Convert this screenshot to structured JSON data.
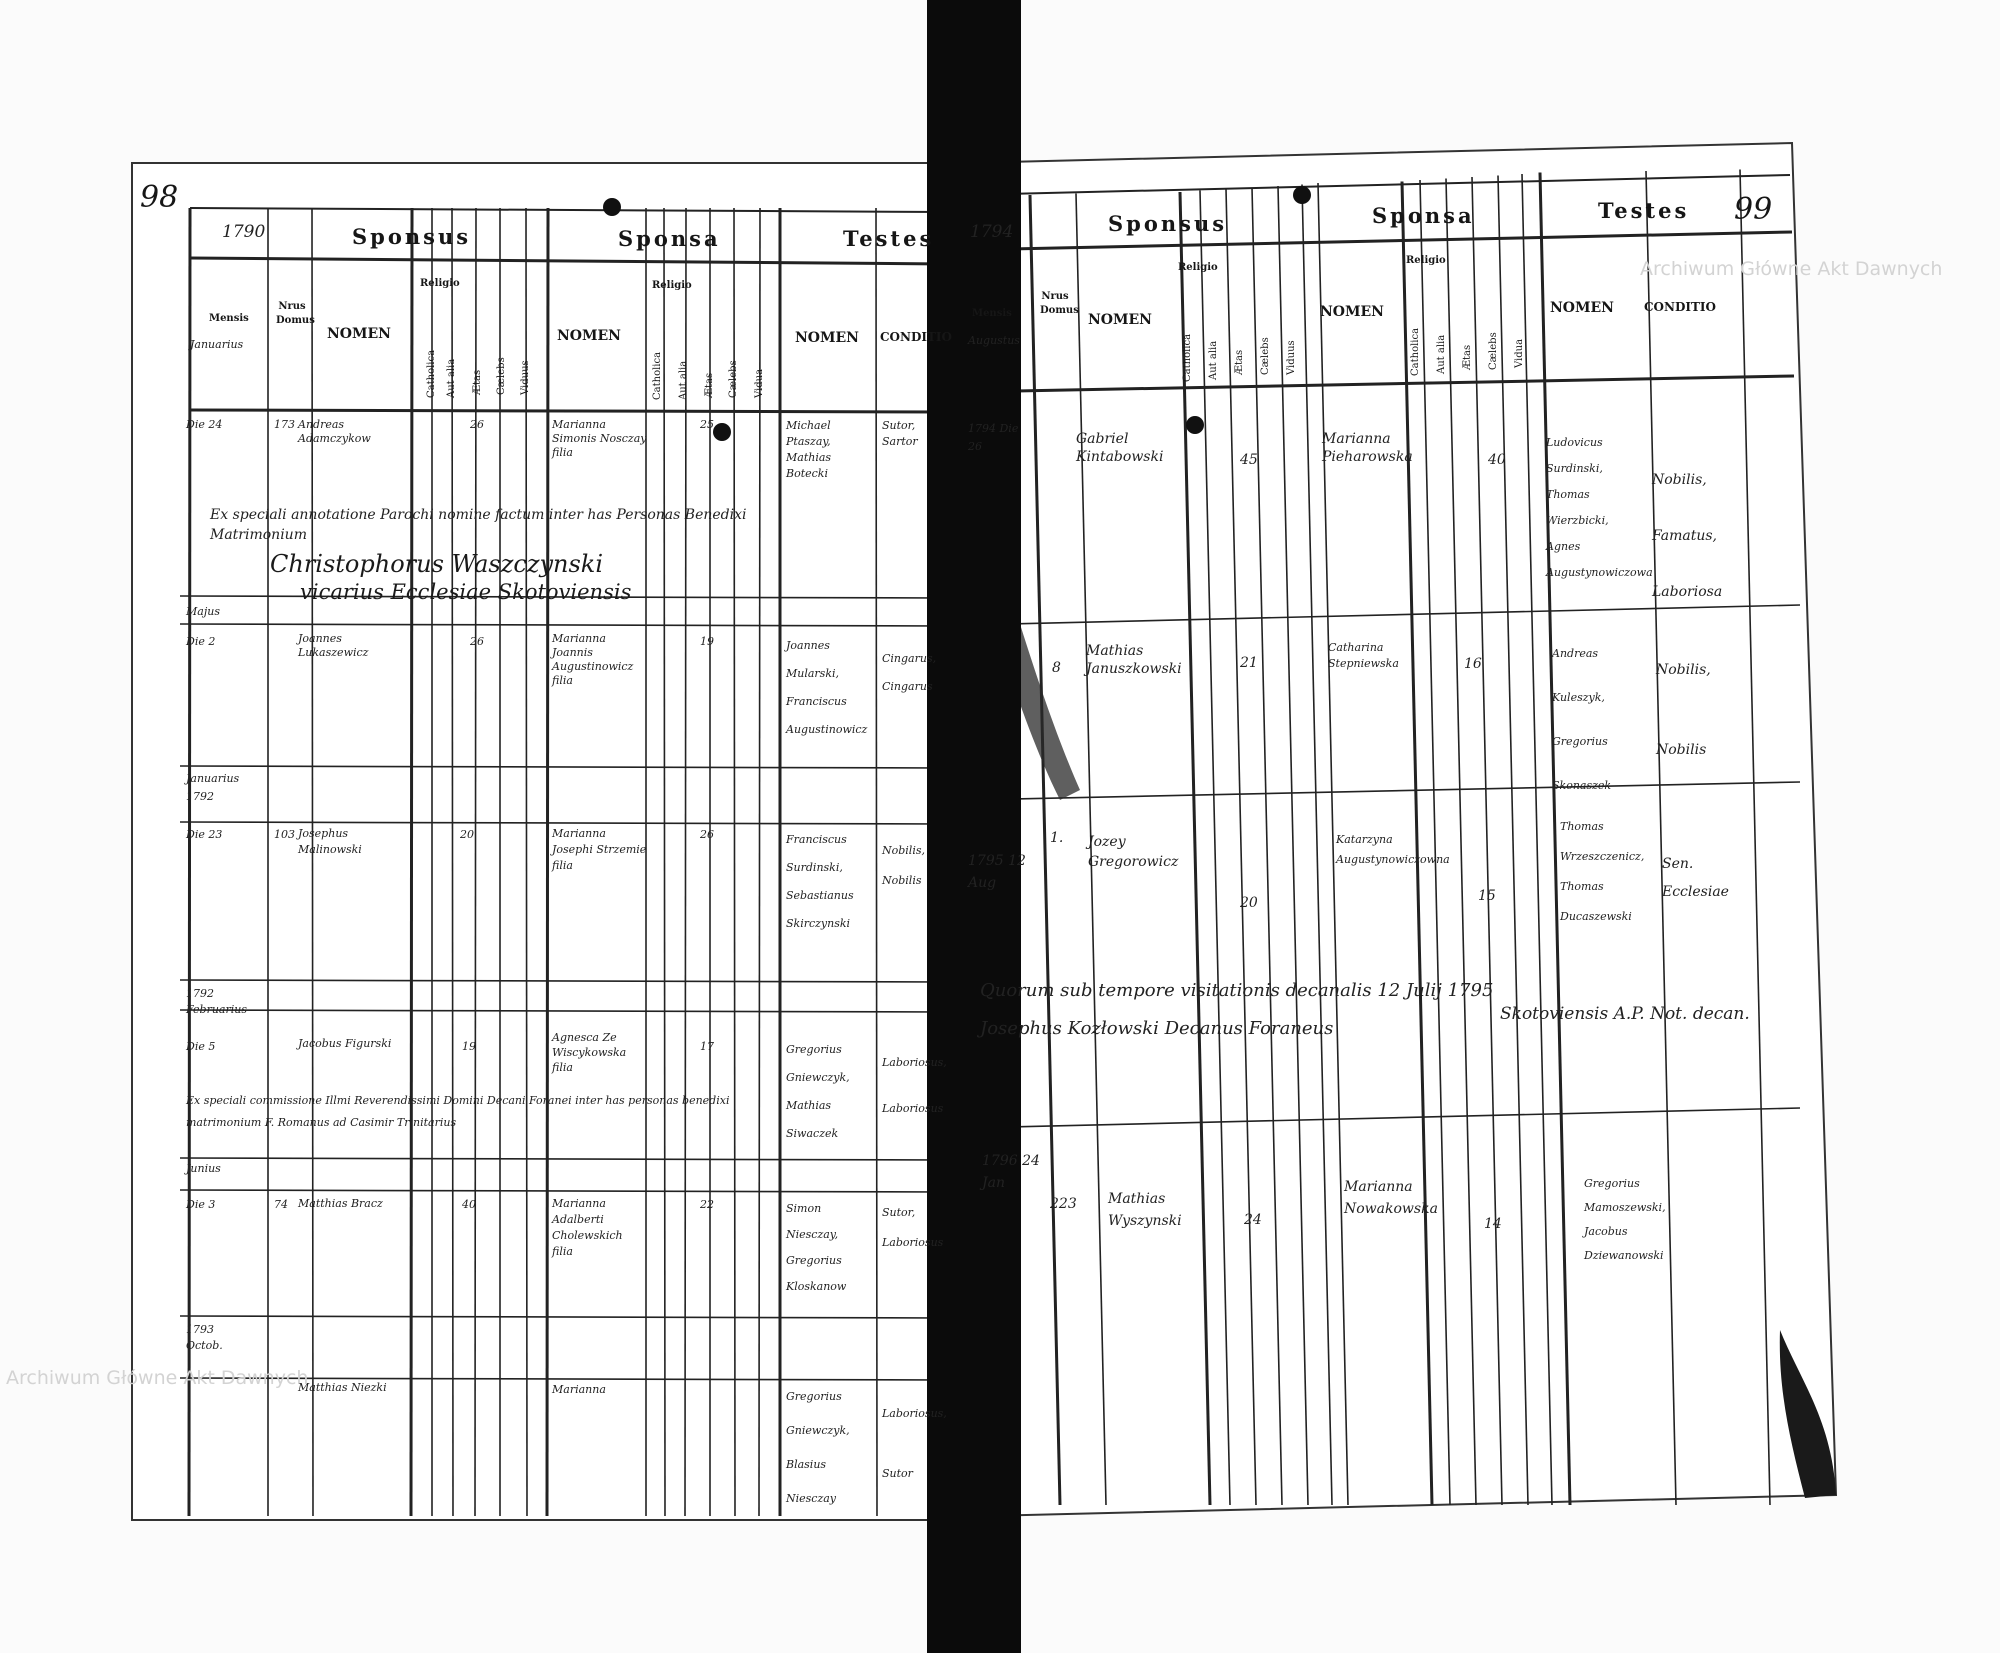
{
  "watermark": "Archiwum Główne Akt Dawnych",
  "left_page": {
    "page_number": "98",
    "year": "1790",
    "headers": {
      "sponsus": "Sponsus",
      "sponsa": "Sponsa",
      "testes": "Testes",
      "mensis": "Mensis",
      "nrus_domus": "Nrus Domus",
      "nomen": "NOMEN",
      "religio": "Religio",
      "conditio": "CONDITIO"
    },
    "vertical_headers": {
      "catholica": "Catholica",
      "aut_alia": "Aut alia",
      "aetas": "Ætas",
      "caelebs": "Cælebs",
      "viduus": "Viduus",
      "vidua": "Vidua"
    },
    "month_headings": {
      "januarius": "Januarius",
      "majus": "Majus",
      "januarius_1792": "Januarius 1792",
      "februarius_1792": "1792 Februarius",
      "junius": "Junius",
      "octobr_1793": "1793 Octob."
    },
    "entries": [
      {
        "date": "Die 24",
        "domus": "173",
        "sponsus": "Andreas Adamczykow",
        "aetas": "26",
        "sponsa": "Marianna Simonis Nosczay filia",
        "aetas_f": "25",
        "testes": "Michael Ptaszay, Mathias Botecki",
        "conditio": "Sutor, Sartor"
      },
      {
        "date": "Die 2",
        "domus": "",
        "sponsus": "Joannes Lukaszewicz",
        "aetas": "26",
        "sponsa": "Marianna Joannis Augustinowicz filia",
        "aetas_f": "19",
        "testes": "Joannes Mularski, Franciscus Augustinowicz",
        "conditio": "Cingarus, Cingarus"
      },
      {
        "date": "Die 23",
        "domus": "103",
        "sponsus": "Josephus Malinowski",
        "aetas": "20",
        "sponsa": "Marianna Josephi Strzemie filia",
        "aetas_f": "26",
        "testes": "Franciscus Surdinski, Sebastianus Skirczynski",
        "conditio": "Nobilis, Nobilis"
      },
      {
        "date": "Die 5",
        "domus": "",
        "sponsus": "Jacobus Figurski",
        "aetas": "19",
        "sponsa": "Agnesca Ze Wiscykowska filia",
        "aetas_f": "17",
        "testes": "Gregorius Gniewczyk, Mathias Siwaczek",
        "conditio": "Laboriosus, Laboriosus"
      },
      {
        "date": "Die 3",
        "domus": "74",
        "sponsus": "Matthias Bracz",
        "aetas": "40",
        "sponsa": "Marianna Adalberti Cholewskich filia",
        "aetas_f": "22",
        "testes": "Simon Niesczay, Gregorius Kloskanow",
        "conditio": "Sutor, Laboriosus"
      },
      {
        "date": "",
        "domus": "",
        "sponsus": "Matthias Niezki",
        "aetas": "",
        "sponsa": "Marianna",
        "aetas_f": "",
        "testes": "Gregorius Gniewczyk, Blasius Niesczay",
        "conditio": "Laboriosus, Sutor"
      }
    ],
    "notes": {
      "note1": "Ex speciali annotatione Parochi nomine factum inter has Personas Benedixi Matrimonium",
      "signature1": "Christophorus Waszczynski",
      "signature1b": "vicarius Ecclesiae Skotoviensis",
      "note2": "Ex speciali commissione Illmi Reverendissimi Domini Decani Foranei inter has personas benedixi matrimonium F. Romanus ad Casimir Trinitarius"
    }
  },
  "right_page": {
    "page_number": "99",
    "year": "1794",
    "headers": {
      "sponsus": "Sponsus",
      "sponsa": "Sponsa",
      "testes": "Testes",
      "mensis": "Mensis",
      "nrus_domus": "Nrus Domus",
      "nomen": "NOMEN",
      "religio": "Religio",
      "conditio": "CONDITIO"
    },
    "vertical_headers": {
      "catholica": "Catholica",
      "aut_alia": "Aut alia",
      "aetas": "Ætas",
      "caelebs": "Cælebs",
      "viduus": "Viduus",
      "vidua": "Vidua"
    },
    "month_heading": "Augustus",
    "entries": [
      {
        "date": "1794 Die 26",
        "domus": "",
        "sponsus": "Gabriel Kintabowski",
        "aetas": "45",
        "sponsa": "Marianna Pieharowska",
        "aetas_f": "40",
        "testes": "Ludovicus Surdinski, Thomas Wierzbicki, Agnes Augustynowiczowa",
        "conditio": "Nobilis, Famatus, Laboriosa"
      },
      {
        "date": "",
        "domus": "8",
        "sponsus": "Mathias Januszkowski",
        "aetas": "21",
        "sponsa": "Catharina Stepniewska",
        "aetas_f": "16",
        "testes": "Andreas Kuleszyk, Gregorius Skonaszek",
        "conditio": "Nobilis, Nobilis"
      },
      {
        "date": "1795 12 Aug",
        "domus": "1.",
        "sponsus": "Jozey Gregorowicz",
        "aetas": "20",
        "sponsa": "Katarzyna Augustynowiczowna",
        "aetas_f": "15",
        "testes": "Thomas Wrzeszczenicz, Thomas Ducaszewski",
        "conditio": "Sen. Ecclesiae"
      },
      {
        "date": "1796 24 Jan",
        "domus": "223",
        "sponsus": "Mathias Wyszynski",
        "aetas": "24",
        "sponsa": "Marianna Nowakowska",
        "aetas_f": "14",
        "testes": "Gregorius Mamoszewski, Jacobus Dziewanowski",
        "conditio": ""
      }
    ],
    "notes": {
      "note1": "Quorum sub tempore visitationis decanalis 12 Julij 1795",
      "note2": "Josephus Kozłowski Decanus Foraneus",
      "note3": "Skotoviensis  A.P.  Not. decan."
    }
  }
}
